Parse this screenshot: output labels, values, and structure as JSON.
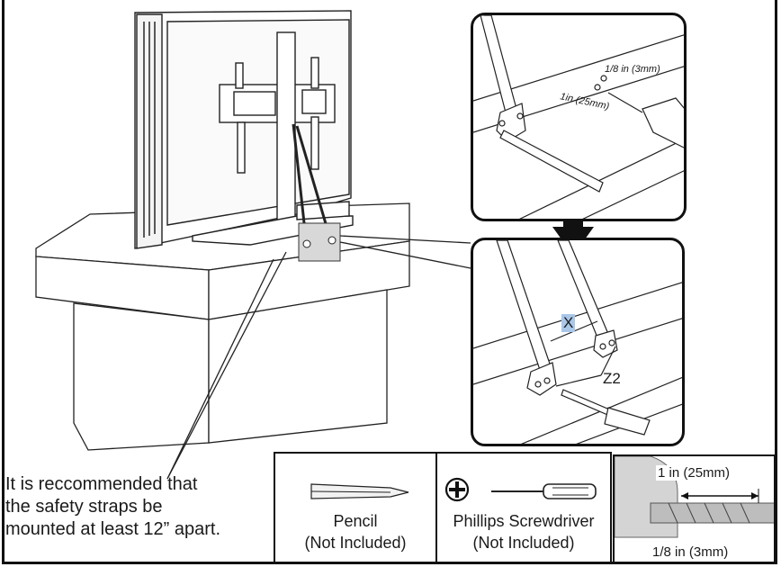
{
  "note": {
    "line1": "It is reccommended that",
    "line2": "the safety straps be",
    "line3": "mounted at least 12” apart."
  },
  "tools": {
    "pencil_name": "Pencil",
    "pencil_note": "(Not Included)",
    "screwdriver_name": "Phillips Screwdriver",
    "screwdriver_note": "(Not Included)"
  },
  "drill_detail": {
    "length_label": "1 in (25mm)",
    "diameter_label": "1/8 in (3mm)"
  },
  "top_detail": {
    "diameter_label": "1/8 in (3mm)",
    "depth_label": "1in (25mm)"
  },
  "bottom_detail": {
    "part_x": "X",
    "part_z": "Z2"
  }
}
